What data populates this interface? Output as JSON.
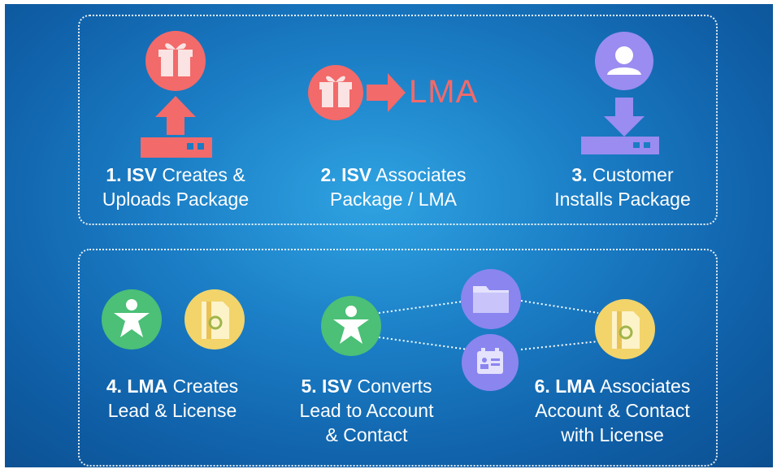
{
  "steps": [
    {
      "num_actor": "1. ISV",
      "line1_rest": " Creates &",
      "line2": "Uploads Package"
    },
    {
      "num_actor": "2. ISV",
      "line1_rest": " Associates",
      "line2": "Package / LMA"
    },
    {
      "num_actor": "3.",
      "line1_rest": " Customer",
      "line2": "Installs Package"
    },
    {
      "num_actor": "4. LMA",
      "line1_rest": " Creates",
      "line2": "Lead & License"
    },
    {
      "num_actor": "5. ISV",
      "line1_rest": " Converts",
      "line2": "Lead to Account",
      "line3": "& Contact"
    },
    {
      "num_actor": "6. LMA",
      "line1_rest": " Associates",
      "line2": "Account & Contact",
      "line3": "with License"
    }
  ],
  "lma_label": "LMA",
  "icons": [
    "gift-upload-icon",
    "gift-arrow-icon",
    "customer-install-icon",
    "lead-person-icon",
    "license-icon",
    "account-folder-icon",
    "contact-card-icon"
  ],
  "colors": {
    "background": "#1a7cc4",
    "package_red": "#f26a6a",
    "customer_purple": "#9a8cf0",
    "lead_green": "#4bc076",
    "license_yellow": "#f2d46b",
    "folder_purple": "#8b85f0"
  }
}
